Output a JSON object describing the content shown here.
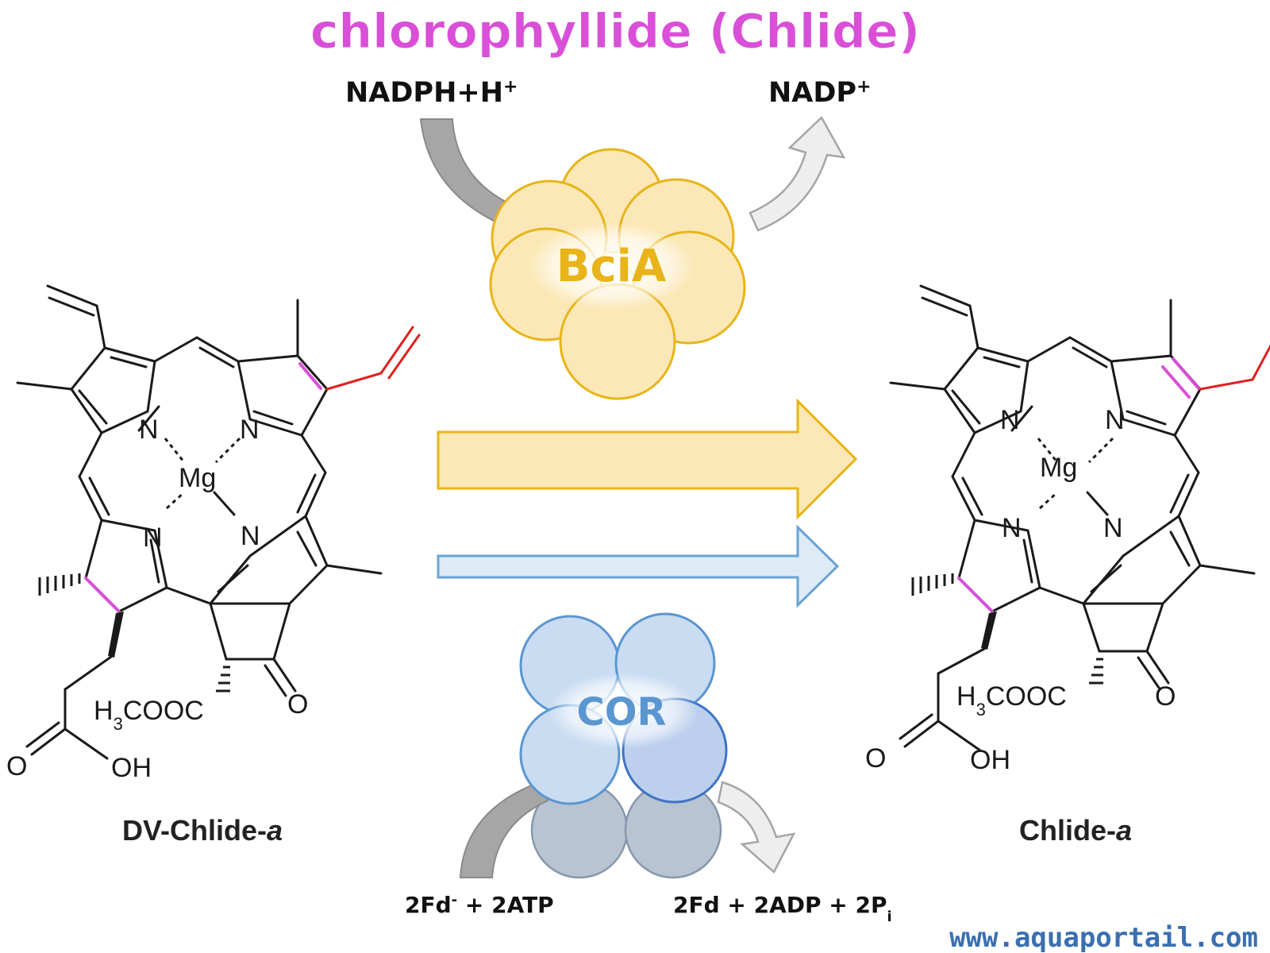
{
  "title": "chlorophyllide (Chlide)",
  "cofactors": {
    "nadph": "NADPH+H",
    "nadph_sup": "+",
    "nadp": "NADP",
    "nadp_sup": "+",
    "fd_in_a": "2Fd",
    "fd_in_sup": "-",
    "fd_in_b": " + 2ATP",
    "fd_out_a": "2Fd + 2ADP + 2P",
    "fd_out_sub": "i"
  },
  "enzymes": {
    "bcia": "BciA",
    "cor": "COR"
  },
  "molecules": {
    "left_name_a": "DV-Chlide-",
    "left_name_b": "a",
    "right_name_a": "Chlide-",
    "right_name_b": "a"
  },
  "atoms": {
    "n": "N",
    "mg": "Mg",
    "ester_h": "H",
    "ester_sub": "3",
    "ester_rest": "COOC",
    "oxygen": "O",
    "oh": "OH"
  },
  "watermark": "www.aquaportail.com",
  "colors": {
    "title": "#d94fd8",
    "bcia_fill": "#fbe8b6",
    "bcia_stroke": "#e8b419",
    "cor_fill": "#c9dcf2",
    "cor_stroke": "#5a96d0",
    "highlight": "#d94fd8",
    "vinyl": "#e02020"
  }
}
